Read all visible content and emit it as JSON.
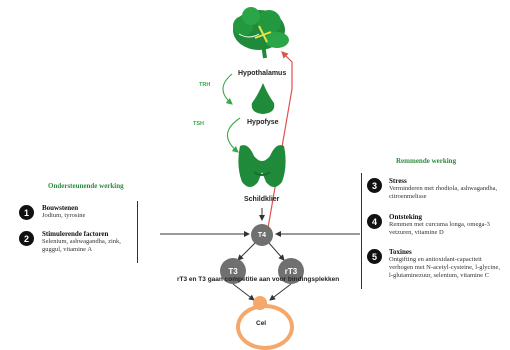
{
  "labels": {
    "hypothalamus": "Hypothalamus",
    "hypofyse": "Hypofyse",
    "schildklier": "Schildklier",
    "trh": "TRH",
    "tsh": "TSH",
    "t4": "T4",
    "t3": "T3",
    "rt3": "rT3",
    "competitie": "rT3 en T3 gaan competitie aan voor bindingsplekken",
    "cel": "Cel"
  },
  "left": {
    "title": "Ondersteunende werking",
    "items": [
      {
        "num": "1",
        "title": "Bouwstenen",
        "desc": "Jodium, tyrosine"
      },
      {
        "num": "2",
        "title": "Stimulerende factoren",
        "desc": "Selenium, ashwagandha, zink, guggul, vitamine A"
      }
    ]
  },
  "right": {
    "title": "Remmende werking",
    "items": [
      {
        "num": "3",
        "title": "Stress",
        "desc": "Verminderen met rhodiola, ashwagandha, citroenmelisse"
      },
      {
        "num": "4",
        "title": "Ontsteking",
        "desc": "Remmen met curcuma longa, omega-3 vetzuren, vitamine D"
      },
      {
        "num": "5",
        "title": "Toxines",
        "desc": "Ontgifting en antioxidant-capaciteit verhogen met N-acetyl-cysteine, l-glycine, l-glutaminezuur, selenium, vitamine C"
      }
    ]
  },
  "colors": {
    "green": "#1f8a3a",
    "lightgreen": "#3aa84a",
    "gray": "#707070",
    "orange": "#f5a86b",
    "red": "#e0524a"
  },
  "icons": [
    "brain-icon",
    "pituitary-icon",
    "thyroid-icon"
  ]
}
